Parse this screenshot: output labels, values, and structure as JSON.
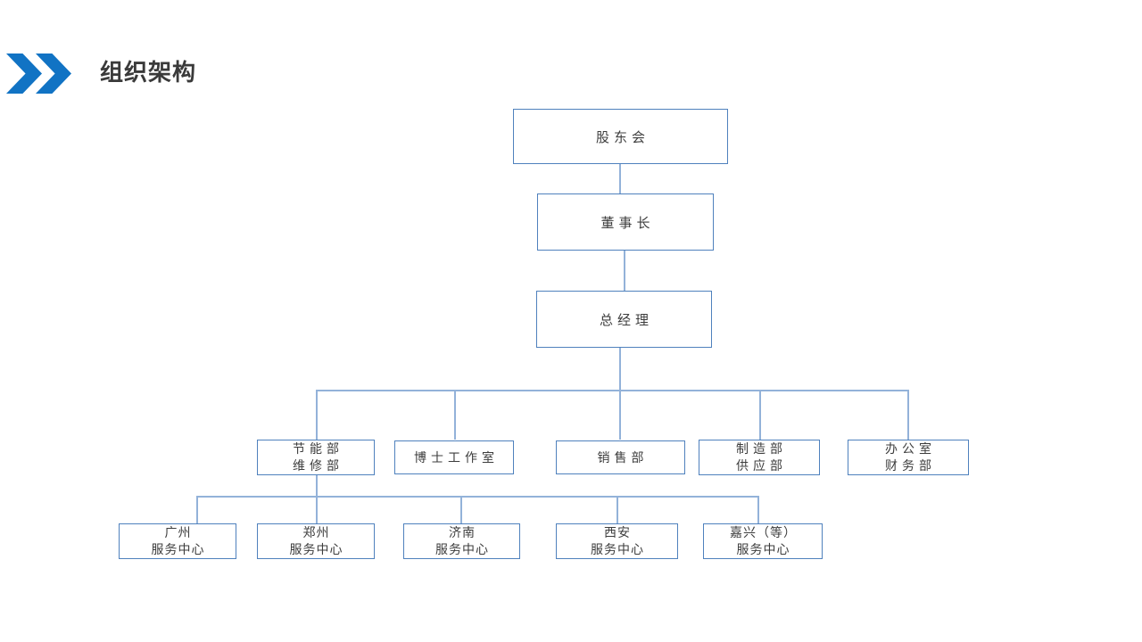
{
  "header": {
    "title": "组织架构",
    "accent_color": "#1173c4"
  },
  "colors": {
    "box_border": "#4f81bd",
    "connector_line": "#93b2d9",
    "node_text": "#3d3d3d",
    "background": "#ffffff"
  },
  "org": {
    "nodes": [
      {
        "id": "shareholders-meeting",
        "lines": [
          "股东会"
        ]
      },
      {
        "id": "chairman",
        "lines": [
          "董事长"
        ]
      },
      {
        "id": "general-manager",
        "lines": [
          "总经理"
        ]
      },
      {
        "id": "energy-maintenance-dept",
        "lines": [
          "节能部",
          "维修部"
        ]
      },
      {
        "id": "doctor-studio",
        "lines": [
          "博士工作室"
        ]
      },
      {
        "id": "sales-dept",
        "lines": [
          "销售部"
        ]
      },
      {
        "id": "manufacturing-supply-dept",
        "lines": [
          "制造部",
          "供应部"
        ]
      },
      {
        "id": "office-finance-dept",
        "lines": [
          "办公室",
          "财务部"
        ]
      },
      {
        "id": "guangzhou-service-center",
        "lines": [
          "广州",
          "服务中心"
        ]
      },
      {
        "id": "zhengzhou-service-center",
        "lines": [
          "郑州",
          "服务中心"
        ]
      },
      {
        "id": "jinan-service-center",
        "lines": [
          "济南",
          "服务中心"
        ]
      },
      {
        "id": "xian-service-center",
        "lines": [
          "西安",
          "服务中心"
        ]
      },
      {
        "id": "jiaxing-service-center",
        "lines": [
          "嘉兴（等）",
          "服务中心"
        ]
      }
    ],
    "hierarchy": {
      "股东会": [
        "董事长"
      ],
      "董事长": [
        "总经理"
      ],
      "总经理": [
        "节能部 维修部",
        "博士工作室",
        "销售部",
        "制造部 供应部",
        "办公室 财务部"
      ],
      "节能部 维修部": [
        "广州 服务中心",
        "郑州 服务中心",
        "济南 服务中心",
        "西安 服务中心",
        "嘉兴（等） 服务中心"
      ]
    }
  }
}
